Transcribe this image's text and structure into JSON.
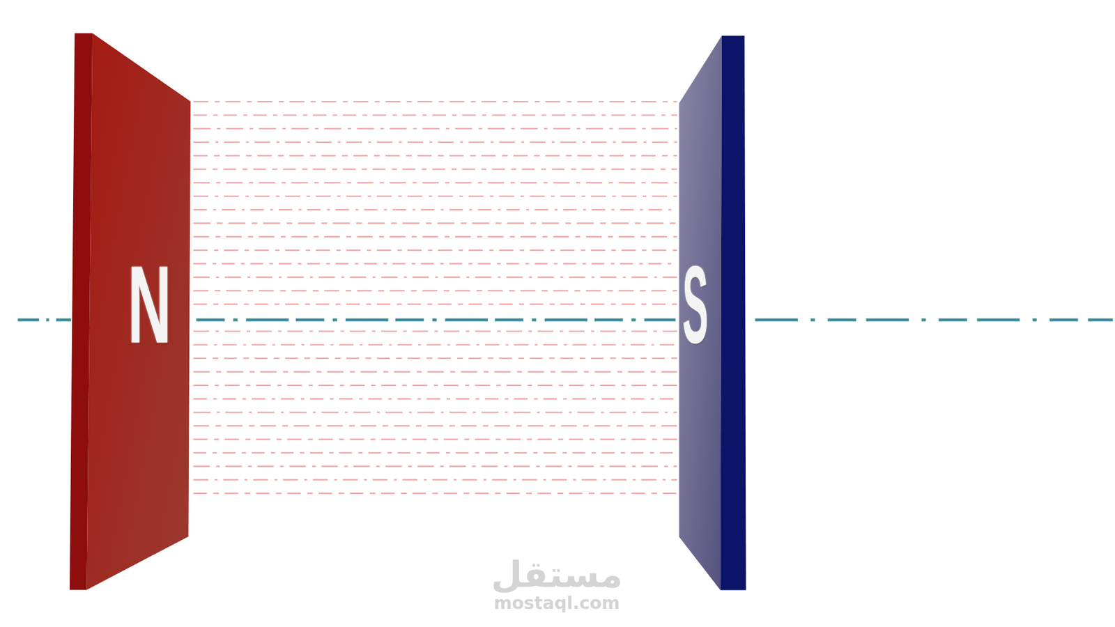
{
  "diagram": {
    "nodes": [
      {
        "text": [
          "N"
        ]
      },
      {
        "text": [
          "S"
        ]
      }
    ],
    "labels": [
      "مستقل",
      "mostaql.com"
    ]
  }
}
